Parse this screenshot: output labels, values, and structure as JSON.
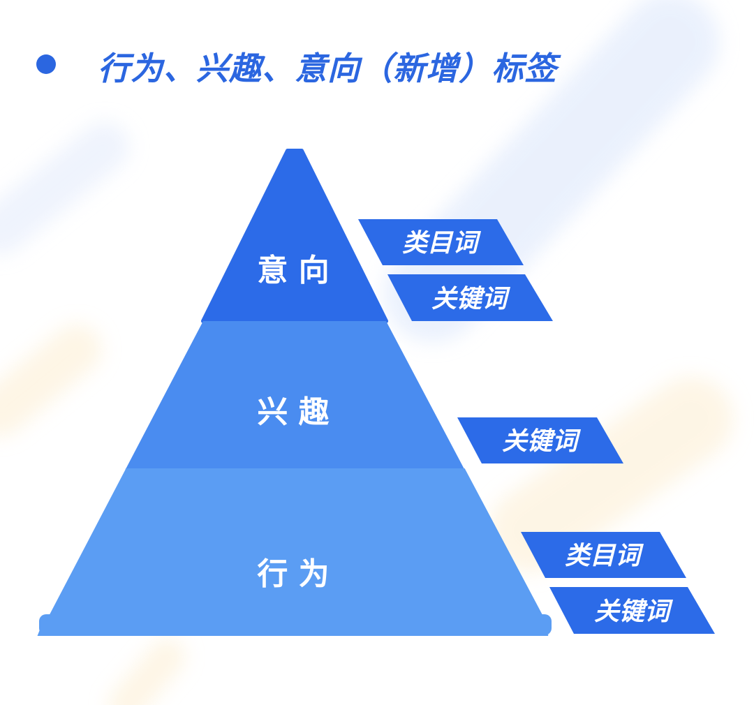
{
  "title": "行为、兴趣、意向（新增）标签",
  "colors": {
    "accent": "#2b66e0",
    "top": "#2c6be8",
    "middle": "#4a8cf0",
    "bottom": "#5b9df3",
    "tag": "#2c6be8"
  },
  "levels": [
    {
      "label": "意 向",
      "tags": [
        "类目词",
        "关键词"
      ]
    },
    {
      "label": "兴 趣",
      "tags": [
        "关键词"
      ]
    },
    {
      "label": "行 为",
      "tags": [
        "类目词",
        "关键词"
      ]
    }
  ]
}
